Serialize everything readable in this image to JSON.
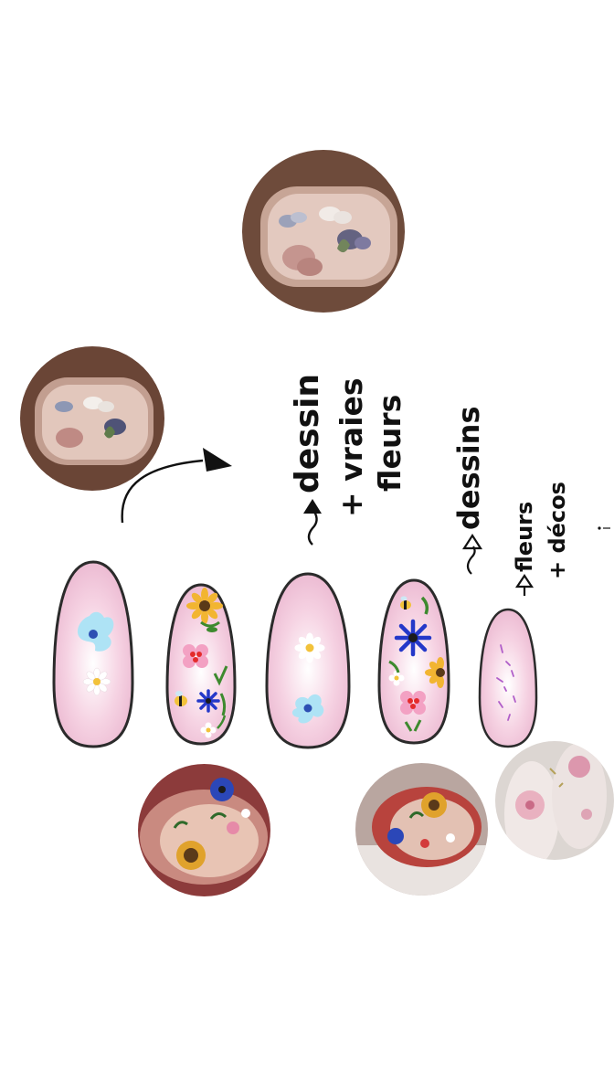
{
  "annotations": {
    "label_1_line_1": "dessin",
    "label_1_line_2": "+ vraies",
    "label_1_line_3": "fleurs",
    "label_2": "dessins",
    "label_3_line_1": "fleurs",
    "label_3_line_2": "+ décos"
  },
  "colors": {
    "nail_base": "#f3c7dc",
    "nail_outline": "#2b2b2b",
    "photo_brown": "#6b4a3a",
    "photo_skin": "#c9a08f"
  }
}
